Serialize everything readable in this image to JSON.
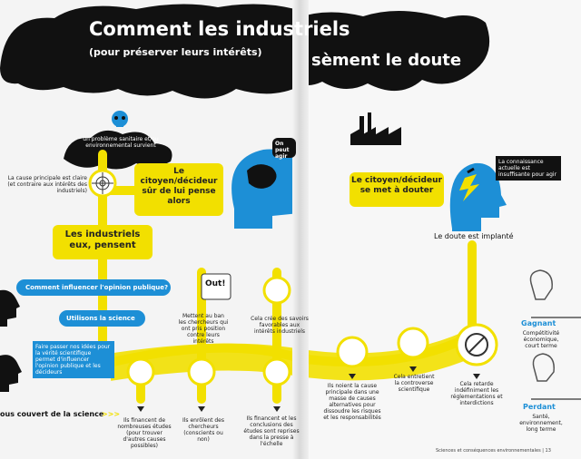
{
  "title": {
    "line1": "Comment les industriels",
    "line2": "sèment le doute",
    "subtitle": "(pour préserver leurs intérêts)"
  },
  "labels": {
    "problem": "un problème sanitaire et/ou environnemental survient",
    "cause_clear": "La cause principale est claire (et contraire aux intérêts des industriels)",
    "citizen_left": "Le citoyen/décideur sûr de lui pense alors",
    "on_peut": "On peut agir",
    "industriels": "Les industriels eux, pensent",
    "comment": "Comment influencer l'opinion publique?",
    "utilisons": "Utilisons la science",
    "faire_passer": "Faire passer nos idées pour la vérité scientifique permet d'influencer l'opinion publique et les décideurs",
    "sous_couvert": "ous couvert de la science",
    "arrows": ">>>",
    "out": "Out!",
    "mettent_ban": "Mettent au ban les chercheurs qui ont pris position contre leurs intérêts",
    "cela_cree": "Cela crée des savoirs favorables aux intérêts industriels",
    "financent": "Ils financent de nombreuses études (pour trouver d'autres causes possibles)",
    "entolent": "Ils enrôlent des chercheurs (conscients ou non)",
    "ils_financent2": "Ils financent et les conclusions des études sont reprises dans la presse à l'échelle",
    "citizen_right": "Le citoyen/décideur se met à douter",
    "connaissance": "La connaissance actuelle est insuffisante pour agir",
    "doute": "Le doute est implanté",
    "noient": "Ils noient la cause principale dans une masse de causes alternatives pour dissoudre les risques et les responsabilités",
    "entretient": "Cela entretient la controverse scientifique",
    "retarde": "Cela retarde indéfiniment les réglementations et interdictions",
    "gagnant": "Gagnant",
    "gagnant_desc": "Compétitivité économique, court terme",
    "perdant": "Perdant",
    "perdant_desc": "Santé, environnement, long terme",
    "footer": "Sciences et conséquences environnementales | 13"
  },
  "icons": {
    "skull": "skull-icon",
    "target": "target-icon",
    "factory": "factory-icon",
    "forbidden": "forbidden-icon"
  },
  "colors": {
    "yellow": "#f2e000",
    "blue": "#1d8fd6",
    "black": "#111111"
  }
}
